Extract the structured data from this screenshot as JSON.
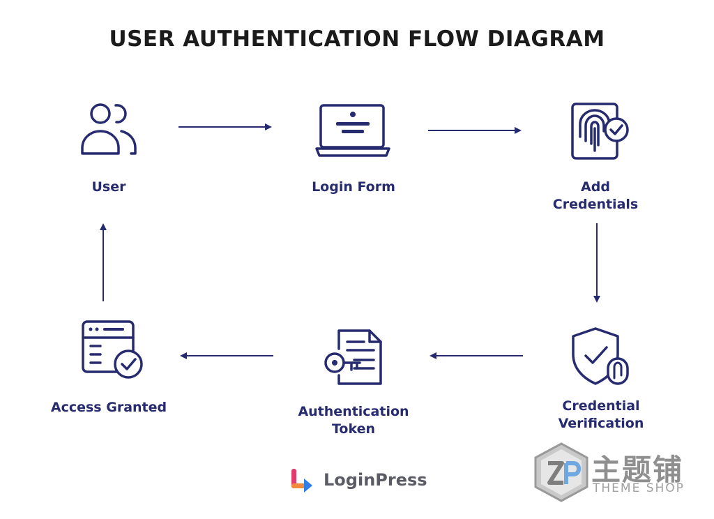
{
  "title": "USER AUTHENTICATION FLOW DIAGRAM",
  "colors": {
    "icon_stroke": "#262a6e",
    "arrow": "#262a6e",
    "title": "#1b1b1b"
  },
  "nodes": [
    {
      "icon": "users-icon",
      "label_lines": [
        "User"
      ]
    },
    {
      "icon": "laptop-login-icon",
      "label_lines": [
        "Login Form"
      ]
    },
    {
      "icon": "fingerprint-check-icon",
      "label_lines": [
        "Add",
        "Credentials"
      ]
    },
    {
      "icon": "shield-check-icon",
      "label_lines": [
        "Credential",
        "Verification"
      ]
    },
    {
      "icon": "document-key-icon",
      "label_lines": [
        "Authentication",
        "Token"
      ]
    },
    {
      "icon": "browser-check-icon",
      "label_lines": [
        "Access Granted"
      ]
    }
  ],
  "brand": {
    "name": "LoginPress",
    "icon": "loginpress-logo-icon"
  },
  "watermark": {
    "text_cn": "主题铺",
    "text_en": "THEME SHOP",
    "icon": "zp-logo-icon"
  }
}
